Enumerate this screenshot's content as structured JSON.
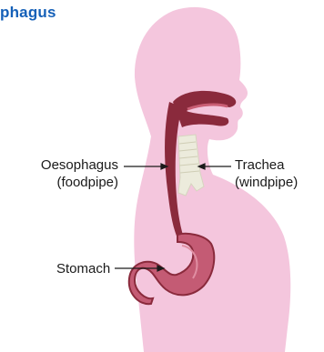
{
  "title": "phagus",
  "labels": {
    "oesophagus": {
      "line1": "Oesophagus",
      "line2": "(foodpipe)"
    },
    "trachea": {
      "line1": "Trachea",
      "line2": "(windpipe)"
    },
    "stomach": "Stomach"
  },
  "colors": {
    "title": "#1560b8",
    "body": "#f4c6dd",
    "tract": "#8a2a3c",
    "tract_inner": "#b74a5f",
    "stomach_fill": "#c55a73",
    "trachea": "#e8e8d8"
  }
}
